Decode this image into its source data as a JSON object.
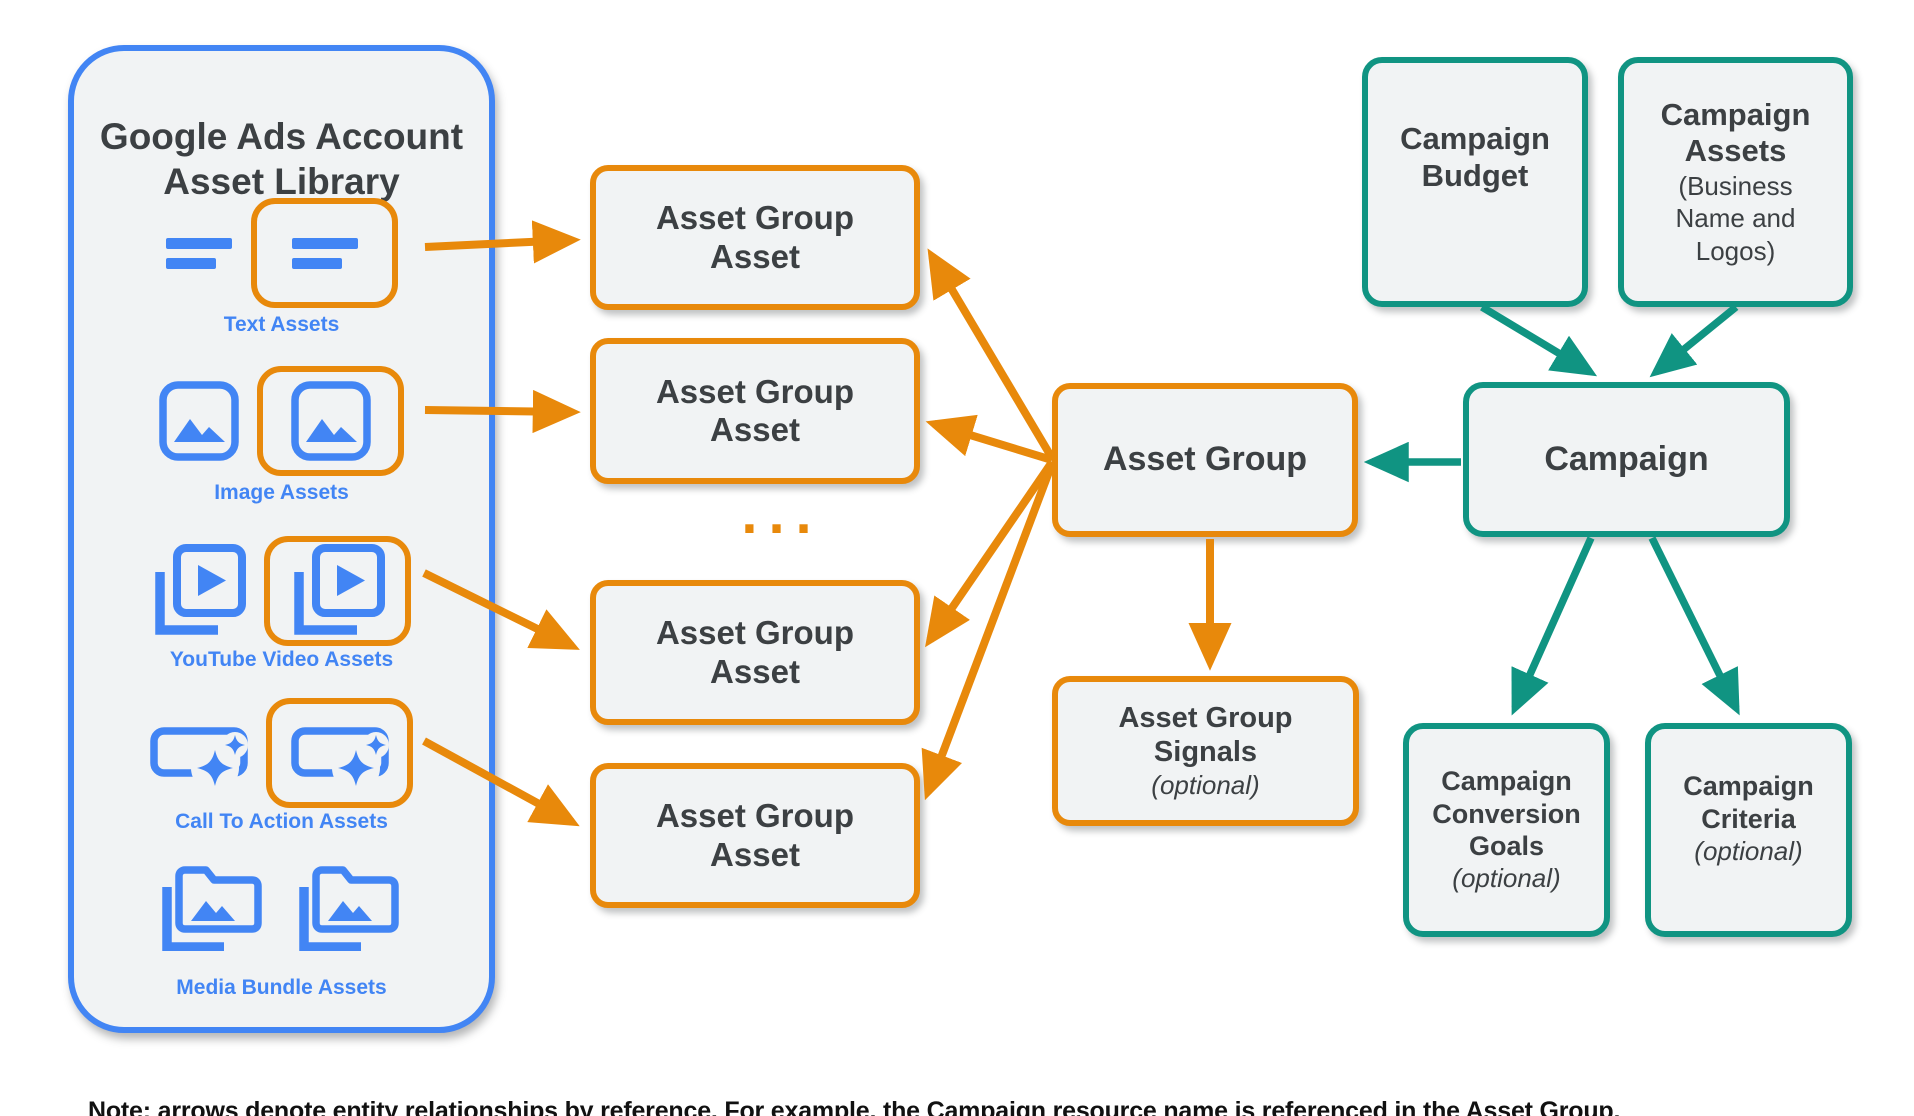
{
  "colors": {
    "blue": "#4285F4",
    "orange": "#E8890B",
    "teal": "#109482",
    "box_fill": "#F1F3F4",
    "text_dark": "#3C4043"
  },
  "library": {
    "title_line1": "Google Ads Account",
    "title_line2": "Asset Library",
    "rows": [
      {
        "label": "Text Assets",
        "icon": "text-lines-icon"
      },
      {
        "label": "Image Assets",
        "icon": "image-icon"
      },
      {
        "label": "YouTube Video  Assets",
        "icon": "video-play-icon"
      },
      {
        "label": "Call To Action Assets",
        "icon": "cta-sparkle-icon"
      },
      {
        "label": "Media Bundle  Assets",
        "icon": "media-folder-icon"
      }
    ]
  },
  "boxes": {
    "asset_group_asset": "Asset Group Asset",
    "more_indicator": "...",
    "asset_group": "Asset Group",
    "asset_group_signals": {
      "title": "Asset Group Signals",
      "optional": "(optional)"
    },
    "campaign_budget": "Campaign Budget",
    "campaign_assets": {
      "title": "Campaign Assets",
      "subtitle": "(Business Name and Logos)"
    },
    "campaign": "Campaign",
    "campaign_conversion_goals": {
      "title": "Campaign Conversion Goals",
      "optional": "(optional)"
    },
    "campaign_criteria": {
      "title": "Campaign Criteria",
      "optional": "(optional)"
    }
  },
  "note": "Note: arrows denote entity relationships by reference. For example, the Campaign resource name is referenced in the Asset Group."
}
